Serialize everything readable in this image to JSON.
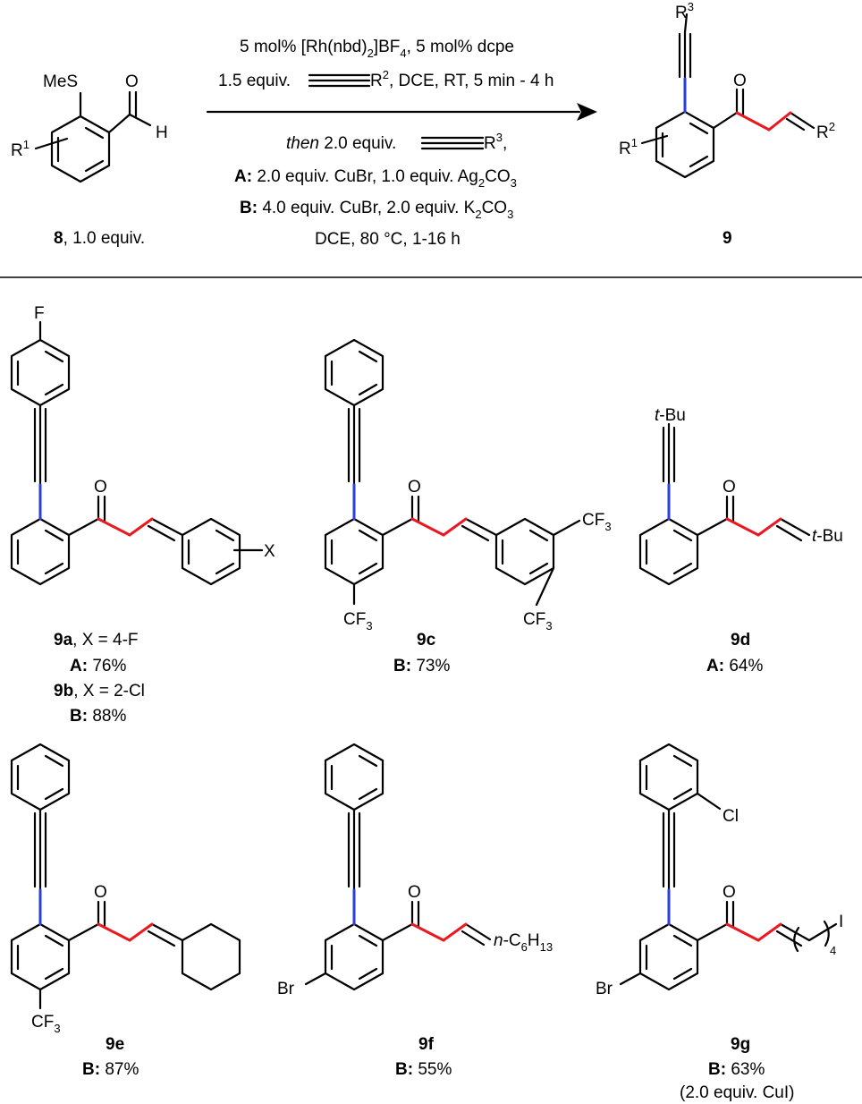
{
  "scheme": {
    "reactant": {
      "id": "8",
      "suffix": ", 1.0 equiv.",
      "substituents": [
        "MeS",
        "H",
        "O",
        "R",
        "1"
      ]
    },
    "product": {
      "id": "9",
      "substituents": [
        "R",
        "3",
        "O",
        "R",
        "2",
        "R",
        "1"
      ]
    },
    "conditions": {
      "line1": [
        "5 mol% [Rh(nbd)",
        "2",
        "]BF",
        "4",
        ", 5 mol% dcpe"
      ],
      "line2": [
        "1.5 equiv.",
        "R",
        "2",
        ", DCE, RT, 5 min - 4 h"
      ],
      "line3": [
        "then",
        " 2.0 equiv.",
        "R",
        "3",
        ","
      ],
      "lineA": [
        "A:",
        " 2.0 equiv. CuBr, 1.0 equiv. Ag",
        "2",
        "CO",
        "3"
      ],
      "lineB": [
        "B:",
        " 4.0 equiv. CuBr, 2.0 equiv. K",
        "2",
        "CO",
        "3"
      ],
      "line6": "DCE, 80 °C, 1-16 h"
    }
  },
  "compounds": [
    {
      "id": "9a",
      "labels": [
        "F",
        "O",
        "X"
      ],
      "caption": [
        ", X = 4-F"
      ],
      "yields": [
        {
          "cond": "A:",
          "value": " 76%"
        }
      ],
      "extra_id": "9b",
      "extra_caption": ", X = 2-Cl",
      "extra_yield": {
        "cond": "B:",
        "value": " 88%"
      }
    },
    {
      "id": "9c",
      "labels": [
        "O",
        "CF",
        "3",
        "CF",
        "3",
        "CF",
        "3"
      ],
      "yields": [
        {
          "cond": "B:",
          "value": " 73%"
        }
      ]
    },
    {
      "id": "9d",
      "labels": [
        "t",
        "-Bu",
        "O",
        "t",
        "-Bu"
      ],
      "yields": [
        {
          "cond": "A:",
          "value": " 64%"
        }
      ]
    },
    {
      "id": "9e",
      "labels": [
        "O",
        "CF",
        "3"
      ],
      "yields": [
        {
          "cond": "B:",
          "value": " 87%"
        }
      ]
    },
    {
      "id": "9f",
      "labels": [
        "O",
        "n",
        "-C",
        "6",
        "H",
        "13",
        "Br"
      ],
      "yields": [
        {
          "cond": "B:",
          "value": " 55%"
        }
      ]
    },
    {
      "id": "9g",
      "labels": [
        "Cl",
        "O",
        "4",
        "I",
        "Br"
      ],
      "yields": [
        {
          "cond": "B:",
          "value": " 63%"
        }
      ],
      "note": "(2.0 equiv. CuI)"
    }
  ]
}
